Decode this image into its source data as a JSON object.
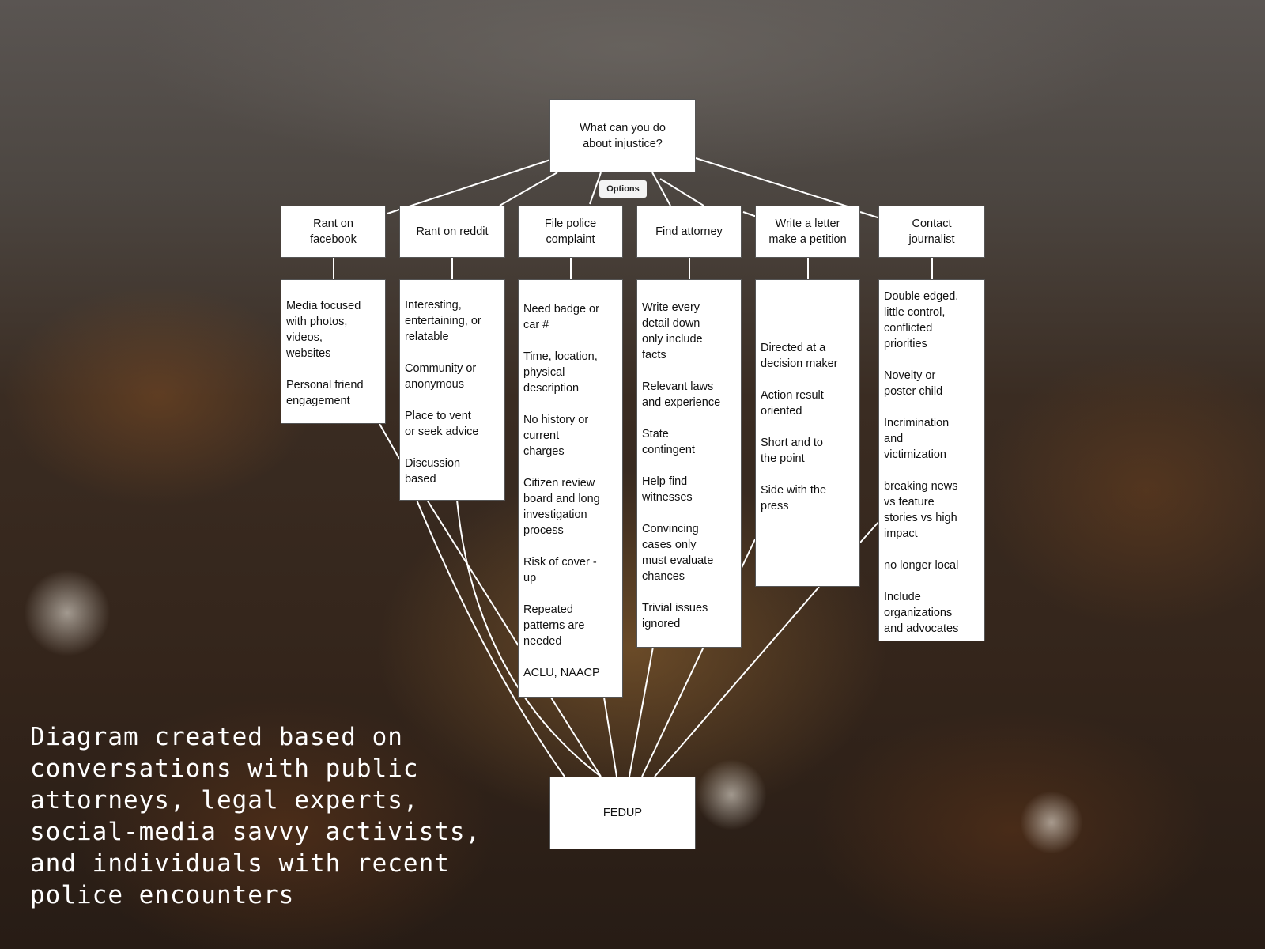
{
  "root": {
    "label": "What can you do\nabout injustice?"
  },
  "options_label": "Options",
  "categories": [
    {
      "label": "Rant on\nfacebook",
      "details": [
        "Media focused\nwith photos,\nvideos,\nwebsites",
        "Personal friend\nengagement"
      ]
    },
    {
      "label": "Rant on reddit",
      "details": [
        "Interesting,\nentertaining, or\nrelatable",
        "Community or\nanonymous",
        "Place to vent\nor seek advice",
        "Discussion\nbased"
      ]
    },
    {
      "label": "File police\ncomplaint",
      "details": [
        "Need badge or\ncar #",
        "Time, location,\nphysical\ndescription",
        "No history or\ncurrent\ncharges",
        "Citizen review\nboard and long\ninvestigation\nprocess",
        "Risk of cover   -\nup",
        "Repeated\npatterns are\nneeded",
        "ACLU, NAACP"
      ]
    },
    {
      "label": "Find attorney",
      "details": [
        "Write every\ndetail down\nonly include\nfacts",
        "Relevant laws\nand experience",
        "State\ncontingent",
        "Help find\nwitnesses",
        "Convincing\ncases only\nmust evaluate\nchances",
        "Trivial issues\nignored"
      ]
    },
    {
      "label": "Write a letter\nmake a petition",
      "details": [
        "Directed at a\ndecision maker",
        "Action result\noriented",
        "Short and to\nthe point",
        "Side with the\npress"
      ]
    },
    {
      "label": "Contact\njournalist",
      "details": [
        "Double edged,\nlittle control,\nconflicted\npriorities",
        "Novelty or\nposter child",
        "Incrimination\nand\nvictimization",
        "breaking news\nvs feature\nstories vs high\nimpact",
        "no longer local",
        "Include\norganizations\nand advocates"
      ]
    }
  ],
  "sink": {
    "label": "FEDUP"
  },
  "caption": "Diagram created based on\nconversations with public\nattorneys, legal experts,\nsocial-media savvy activists,\nand individuals with recent\npolice encounters"
}
